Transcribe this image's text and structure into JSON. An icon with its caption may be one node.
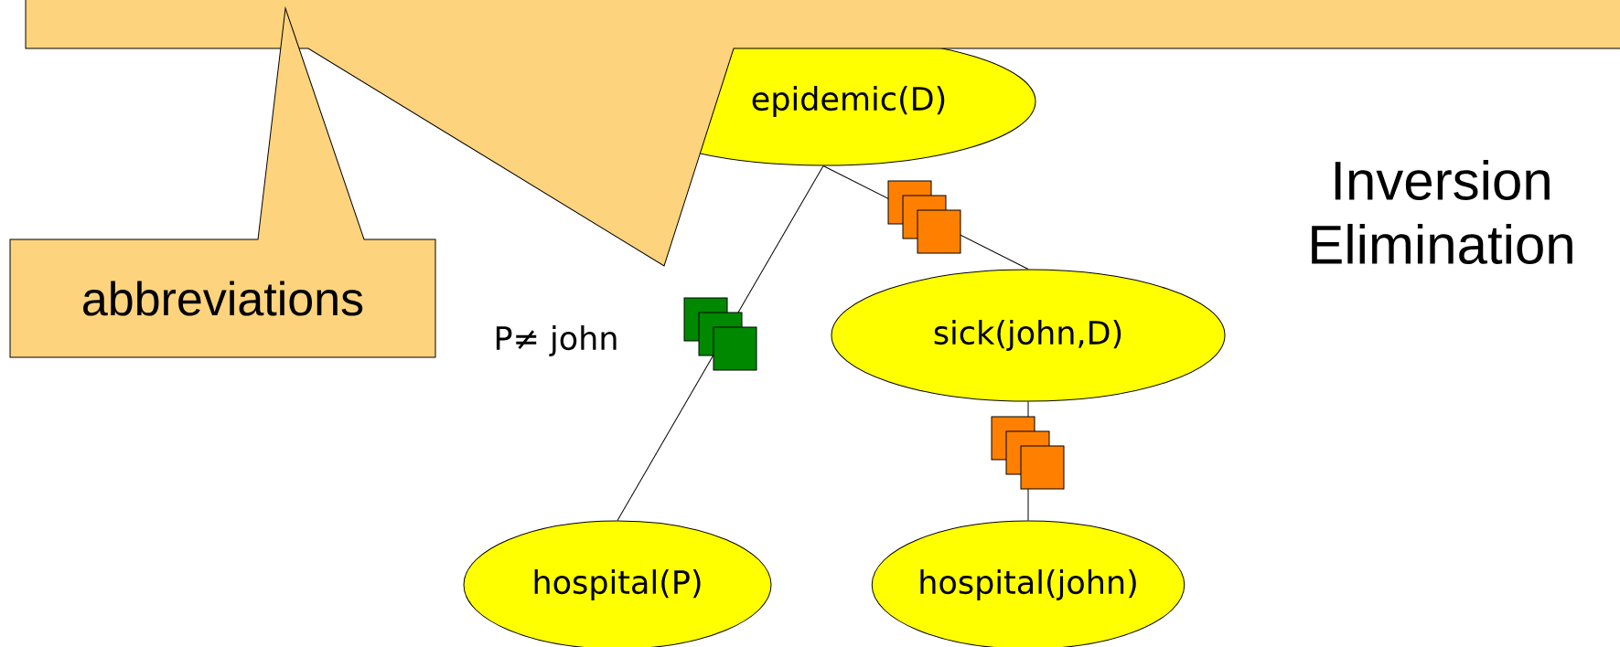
{
  "diagram": {
    "nodes": [
      {
        "text": [
          "abbreviations"
        ]
      },
      {
        "text": [
          "epidemic(D)"
        ]
      },
      {
        "text": [
          "sick(john,D)"
        ]
      },
      {
        "text": [
          "hospital(P)"
        ]
      },
      {
        "text": [
          "hospital(john)"
        ]
      },
      {
        "text": [],
        "shape": "callout"
      }
    ],
    "edges": [
      {
        "from": 1,
        "to": 3,
        "arrow": "none"
      },
      {
        "from": 1,
        "to": 2,
        "arrow": "none"
      },
      {
        "from": 2,
        "to": 4,
        "arrow": "none"
      }
    ],
    "labels": [
      "P≠ john",
      "Inversion Elimination"
    ]
  }
}
